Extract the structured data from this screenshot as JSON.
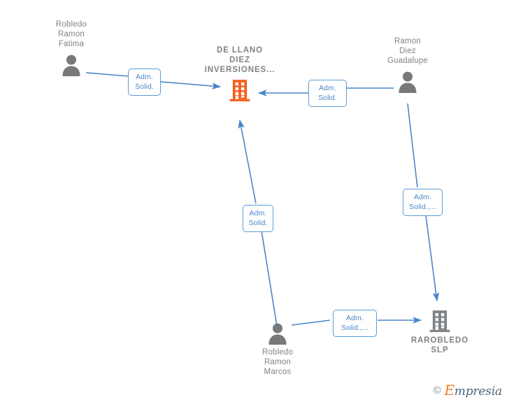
{
  "graph": {
    "nodes": [
      {
        "id": "robledo-ramon-fatima",
        "label": "Robledo\nRamon\nFatima",
        "type": "person",
        "icon": "person-icon",
        "label_position": "above",
        "color": "#808285"
      },
      {
        "id": "de-llano-diez-inversiones",
        "label": "DE LLANO\nDIEZ\nINVERSIONES...",
        "type": "company",
        "icon": "company-building-icon",
        "label_position": "above",
        "color": "#f4601e"
      },
      {
        "id": "ramon-diez-guadalupe",
        "label": "Ramon\nDiez\nGuadalupe",
        "type": "person",
        "icon": "person-icon",
        "label_position": "above",
        "color": "#808285"
      },
      {
        "id": "robledo-ramon-marcos",
        "label": "Robledo\nRamon\nMarcos",
        "type": "person",
        "icon": "person-icon",
        "label_position": "below",
        "color": "#808285"
      },
      {
        "id": "rarobledo-slp",
        "label": "RAROBLEDO\nSLP",
        "type": "company",
        "icon": "company-building-icon",
        "label_position": "below",
        "color": "#808285"
      }
    ],
    "edges": [
      {
        "id": "edge-fatima-to-dellano",
        "from": "robledo-ramon-fatima",
        "to": "de-llano-diez-inversiones",
        "label": "Adm.\nSolid."
      },
      {
        "id": "edge-guadalupe-to-dellano",
        "from": "ramon-diez-guadalupe",
        "to": "de-llano-diez-inversiones",
        "label": "Adm.\nSolid."
      },
      {
        "id": "edge-marcos-to-dellano",
        "from": "robledo-ramon-marcos",
        "to": "de-llano-diez-inversiones",
        "label": "Adm.\nSolid."
      },
      {
        "id": "edge-guadalupe-to-rarobledo",
        "from": "ramon-diez-guadalupe",
        "to": "rarobledo-slp",
        "label": "Adm.\nSolid.,..."
      },
      {
        "id": "edge-marcos-to-rarobledo",
        "from": "robledo-ramon-marcos",
        "to": "rarobledo-slp",
        "label": "Adm.\nSolid.,..."
      }
    ],
    "colors": {
      "edge": "#4a86c8",
      "chip_border": "#5b9bd5",
      "chip_text": "#4a86c8",
      "person": "#808285",
      "company_highlight": "#f4601e",
      "company_default": "#808285",
      "background": "#ffffff"
    }
  },
  "watermark": {
    "copyright": "©",
    "lead": "E",
    "rest": "mpresia"
  }
}
